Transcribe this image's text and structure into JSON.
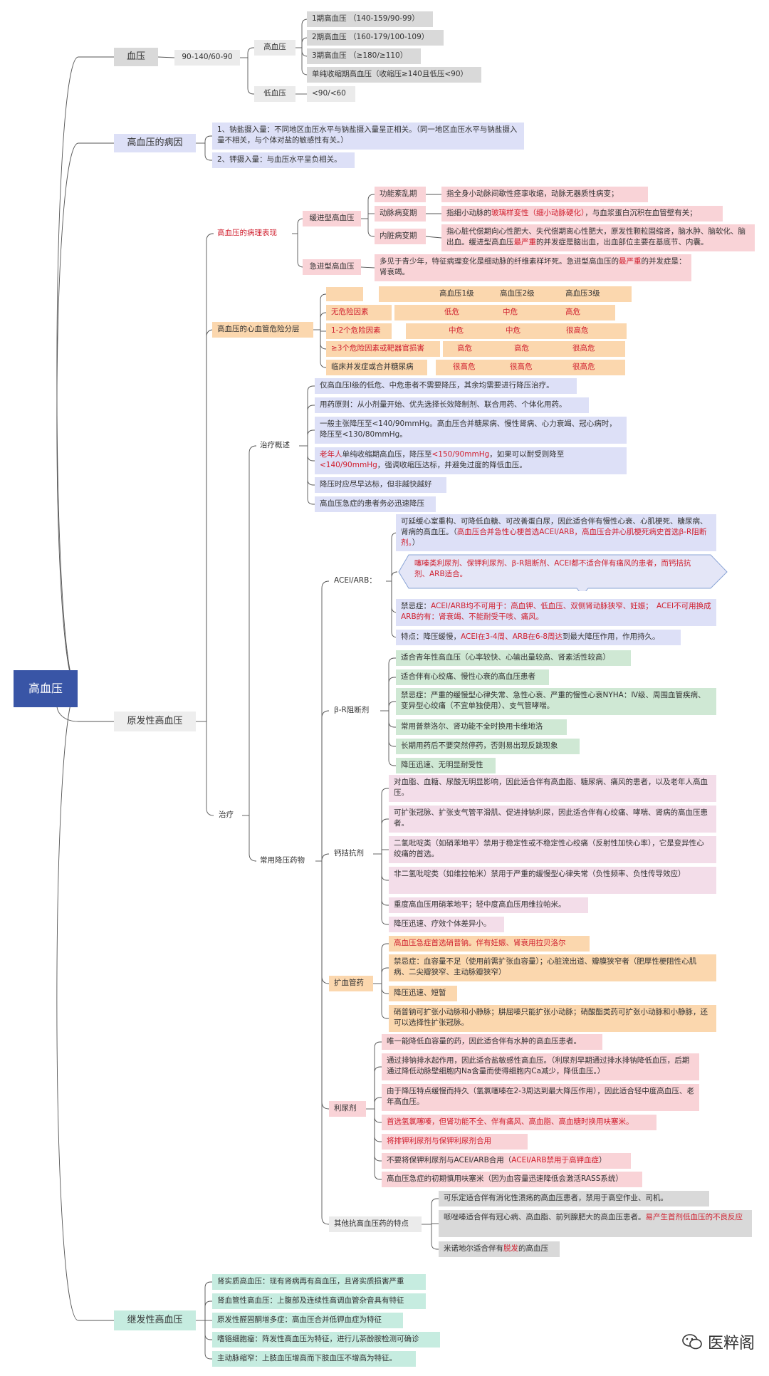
{
  "root": "高血压",
  "bp": {
    "title": "血压",
    "normal": "90-140/60-90",
    "high": "高血压",
    "stages": [
      "1期高血压 （140-159/90-99）",
      "2期高血压 （160-179/100-109）",
      "3期高血压 （≥180/≥110）",
      "单纯收缩期高血压（收缩压≥140且低压<90）"
    ],
    "low": "低血压",
    "low_value": "<90/<60"
  },
  "cause": {
    "title": "高血压的病因",
    "items": [
      "1、钠盐摄入量：不同地区血压水平与钠盐摄入量呈正相关。（同一地区血压水平与钠盐摄入量不相关，与个体对盐的敏感性有关。）",
      "2、钾摄入量：与血压水平呈负相关。"
    ]
  },
  "primary": {
    "title": "原发性高血压",
    "pathology": {
      "title": "高血压的病理表现",
      "slow": {
        "title": "缓进型高血压",
        "rows": [
          {
            "label": "功能紊乱期",
            "desc": "指全身小动脉间歇性痉挛收缩，动脉无器质性病变；"
          },
          {
            "label": "动脉病变期",
            "desc_a": "指细小动脉的",
            "desc_red": "玻璃样变性（细小动脉硬化）",
            "desc_b": "，与血浆蛋白沉积在血管壁有关；"
          },
          {
            "label": "内脏病变期",
            "desc_a": "指心脏代偿期向心性肥大、失代偿期离心性肥大，原发性颗粒固缩肾，脑水肿、脑软化、脑出血。缓进型高血压",
            "desc_red": "最严重",
            "desc_b": "的并发症是脑出血，出血部位主要在基底节、内囊。"
          }
        ]
      },
      "acute": {
        "title": "急进型高血压",
        "desc_a": "多见于青少年，特征病理变化是细动脉的纤维素样坏死。急进型高血压的",
        "desc_red": "最严重",
        "desc_b": "的并发症是：肾衰竭。"
      }
    },
    "risk": {
      "title": "高血压的心血管危险分层",
      "header": [
        "高血压1级",
        "高血压2级",
        "高血压3级"
      ],
      "rows": [
        {
          "label": "无危险因素",
          "vals": [
            "低危",
            "中危",
            "高危"
          ]
        },
        {
          "label": "1-2个危险因素",
          "vals": [
            "中危",
            "中危",
            "很高危"
          ]
        },
        {
          "label": "≥3个危险因素或靶器官损害",
          "vals": [
            "高危",
            "高危",
            "很高危"
          ]
        },
        {
          "label": "临床并发症或合并糖尿病",
          "vals": [
            "很高危",
            "很高危",
            "很高危"
          ]
        }
      ]
    },
    "treatment": {
      "title": "治疗",
      "overview": {
        "title": "治疗概述",
        "items": [
          {
            "text": "仅高血压Ⅰ级的低危、中危患者不需要降压，其余均需要进行降压治疗。"
          },
          {
            "text": "用药原则：从小剂量开始、优先选择长效降制剂、联合用药、个体化用药。"
          },
          {
            "text": "一般主张降压至<140/90mmHg。高血压合并糖尿病、慢性肾病、心力衰竭、冠心病时，降压至<130/80mmHg。"
          },
          {
            "red1": "老年人",
            "a": "单纯收缩期高血压，降压至",
            "red2": "<150/90mmHg",
            "b": "，如果可以耐受则降至",
            "red3": "<140/90mmHg",
            "c": "，强调收缩压达标，并避免过度的降低血压。"
          },
          {
            "text": "降压时应尽早达标，但非越快越好"
          },
          {
            "text": "高血压急症的患者务必迅速降压"
          }
        ]
      },
      "drugs": {
        "title": "常用降压药物",
        "acei": {
          "title": "ACEI/ARB：",
          "p1_a": "可延缓心室重构、可降低血糖、可改善蛋白尿，因此适合伴有慢性心衰、心肌梗死、糖尿病、肾病的高血压。（",
          "p1_red": "高血压合并急性心梗首选ACEI/ARB，高血压合并心肌梗死病史首选β-R阻断剂。",
          "p1_b": "）",
          "callout": "噻嗪类利尿剂、保钾利尿剂、β-R阻断剂、ACEI都不适合伴有痛风的患者，而钙拮抗剂、ARB适合。",
          "p2_a": "禁忌症：",
          "p2_red": "ACEI/ARB均不可用于：高血钾、低血压、双侧肾动脉狭窄、妊娠；　ACEI不可用换成ARB的有：肾衰竭、不能耐受干咳、痛风。",
          "p3_a": "特点：降压缓慢，",
          "p3_red": "ACEI在3-4周、ARB在6-8周达",
          "p3_b": "到最大降压作用，作用持久。"
        },
        "beta": {
          "title": "β-R阻断剂",
          "items": [
            "适合青年性高血压（心率较快、心输出量较高、肾素活性较高）",
            "适合伴有心绞痛、慢性心衰的高血压患者",
            "禁忌症：严重的缓慢型心律失常、急性心衰、严重的慢性心衰NYHA：Ⅳ级、周围血管疾病、变异型心绞痛（不宜单独使用）、支气管哮喘。",
            "常用普萘洛尔、肾功能不全时换用卡维地洛",
            "长期用药后不要突然停药，否则易出现反跳现象",
            "降压迅速、无明显耐受性"
          ]
        },
        "ccb": {
          "title": "钙拮抗剂",
          "items": [
            "对血脂、血糖、尿酸无明显影响，因此适合伴有高血脂、糖尿病、痛风的患者，以及老年人高血压。",
            "可扩张冠脉、扩张支气管平滑肌、促进排钠利尿，因此适合伴有心绞痛、哮喘、肾病的高血压患者。",
            "二氢吡啶类（如硝苯地平）禁用于稳定性或不稳定性心绞痛（反射性加快心率），它是变异性心绞痛的首选。",
            "非二氢吡啶类（如维拉帕米）禁用于严重的缓慢型心律失常（负性频率、负性传导效应）",
            "重度高血压用硝苯地平；轻中度高血压用维拉帕米。",
            "降压迅速、疗效个体差异小。"
          ]
        },
        "vaso": {
          "title": "扩血管药",
          "items": [
            {
              "red": "高血压急症首选硝普钠。伴有妊娠、肾衰用拉贝洛尔"
            },
            {
              "text": "禁忌症：血容量不足（使用前需扩张血容量）；心脏流出道、瓣膜狭窄者（肥厚性梗阻性心肌病、二尖瓣狭窄、主动脉瓣狭窄）"
            },
            {
              "text": "降压迅速、短暂"
            },
            {
              "text": "硝普钠可扩张小动脉和小静脉；肼屈嗪只能扩张小动脉；硝酸酯类药可扩张小动脉和小静脉，还可以选择性扩张冠脉。"
            }
          ]
        },
        "diur": {
          "title": "利尿剂",
          "items": [
            {
              "text": "唯一能降低血容量的药，因此适合伴有水肿的高血压患者。"
            },
            {
              "text": "通过排钠排水起作用，因此适合盐敏感性高血压。（利尿剂早期通过排水排钠降低血压，后期通过降低动脉壁细胞内Na含量而使得细胞内Ca减少，降低血压。）"
            },
            {
              "text": "由于降压特点缓慢而持久（氢氯噻嗪在2-3周达到最大降压作用），因此适合轻中度高血压、老年高血压。"
            },
            {
              "red": "首选氢氯噻嗪，但肾功能不全、伴有痛风、高血脂、高血糖时换用呋塞米。"
            },
            {
              "red": "将排钾利尿剂与保钾利尿剂合用"
            },
            {
              "a": "不要将保钾利尿剂与ACEI/ARB合用（",
              "red": "ACEI/ARB禁用于高钾血症",
              "b": "）"
            },
            {
              "text": "高血压急症的初期慎用呋塞米（因为血容量迅速降低会激活RASS系统）"
            }
          ]
        },
        "other": {
          "title": "其他抗高血压药的特点",
          "items": [
            {
              "text": "可乐定适合伴有消化性溃疡的高血压患者，禁用于高空作业、司机。"
            },
            {
              "a": "哌唑嗪适合伴有冠心病、高血脂、前列腺肥大的高血压患者。",
              "red": "易产生首剂低血压的不良反应"
            },
            {
              "a": "米诺地尔适合伴有",
              "red": "脱发",
              "b": "的高血压"
            }
          ]
        }
      }
    }
  },
  "secondary": {
    "title": "继发性高血压",
    "items": [
      "肾实质高血压：现有肾病再有高血压，且肾实质损害严重",
      "肾血管性高血压：上腹部及连续性高调血管杂音具有特征",
      "原发性醛固酮增多症：高血压合并低钾血症为特征",
      "嗜铬细胞瘤：阵发性高血压为特征，进行儿茶酚胺检测可确诊",
      "主动脉缩窄：上肢血压增高而下肢血压不增高为特征。"
    ]
  },
  "watermark": "医粹阁"
}
